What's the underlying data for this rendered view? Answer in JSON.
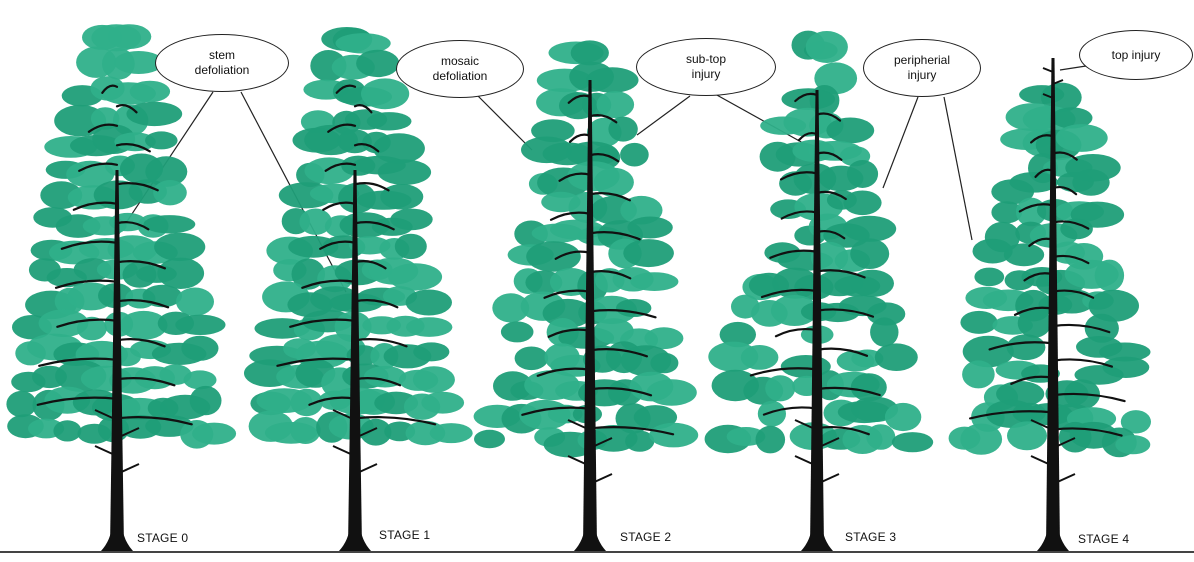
{
  "stages": [
    {
      "label": "STAGE 0"
    },
    {
      "label": "STAGE 1"
    },
    {
      "label": "STAGE 2"
    },
    {
      "label": "STAGE 3"
    },
    {
      "label": "STAGE 4"
    }
  ],
  "callouts": [
    {
      "line1": "stem",
      "line2": "defoliation"
    },
    {
      "line1": "mosaic",
      "line2": "defoliation"
    },
    {
      "line1": "sub-top",
      "line2": "injury"
    },
    {
      "line1": "peripherial",
      "line2": "injury"
    },
    {
      "line1": "top injury",
      "line2": ""
    }
  ],
  "colors": {
    "foliage": "#1f9e78",
    "foliage_light": "#2fb08a",
    "stem": "#111111",
    "ground": "#444444"
  }
}
